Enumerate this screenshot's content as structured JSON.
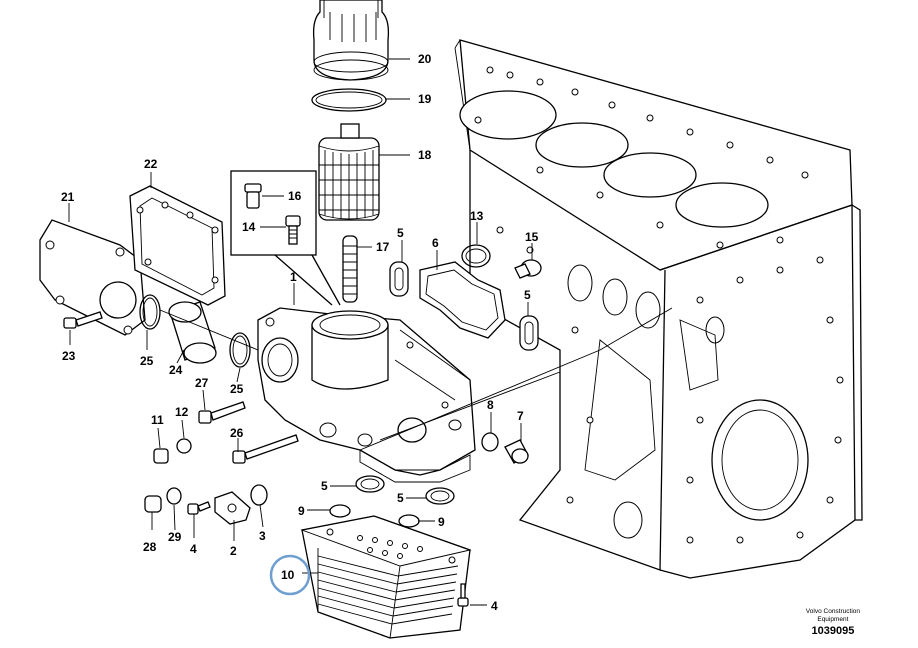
{
  "diagram": {
    "callouts": {
      "c1": "1",
      "c2": "2",
      "c3": "3",
      "c4a": "4",
      "c4b": "4",
      "c5a": "5",
      "c5b": "5",
      "c5c": "5",
      "c5d": "5",
      "c6": "6",
      "c7": "7",
      "c8": "8",
      "c9a": "9",
      "c9b": "9",
      "c10": "10",
      "c11": "11",
      "c12": "12",
      "c13": "13",
      "c14": "14",
      "c15": "15",
      "c16": "16",
      "c17": "17",
      "c18": "18",
      "c19": "19",
      "c20": "20",
      "c21": "21",
      "c22": "22",
      "c23": "23",
      "c24": "24",
      "c25a": "25",
      "c25b": "25",
      "c26": "26",
      "c27": "27",
      "c28": "28",
      "c29": "29"
    },
    "highlight_color": "#6f9fd0"
  },
  "footer": {
    "brand_line1": "Volvo Construction",
    "brand_line2": "Equipment",
    "doc_number": "1039095"
  }
}
